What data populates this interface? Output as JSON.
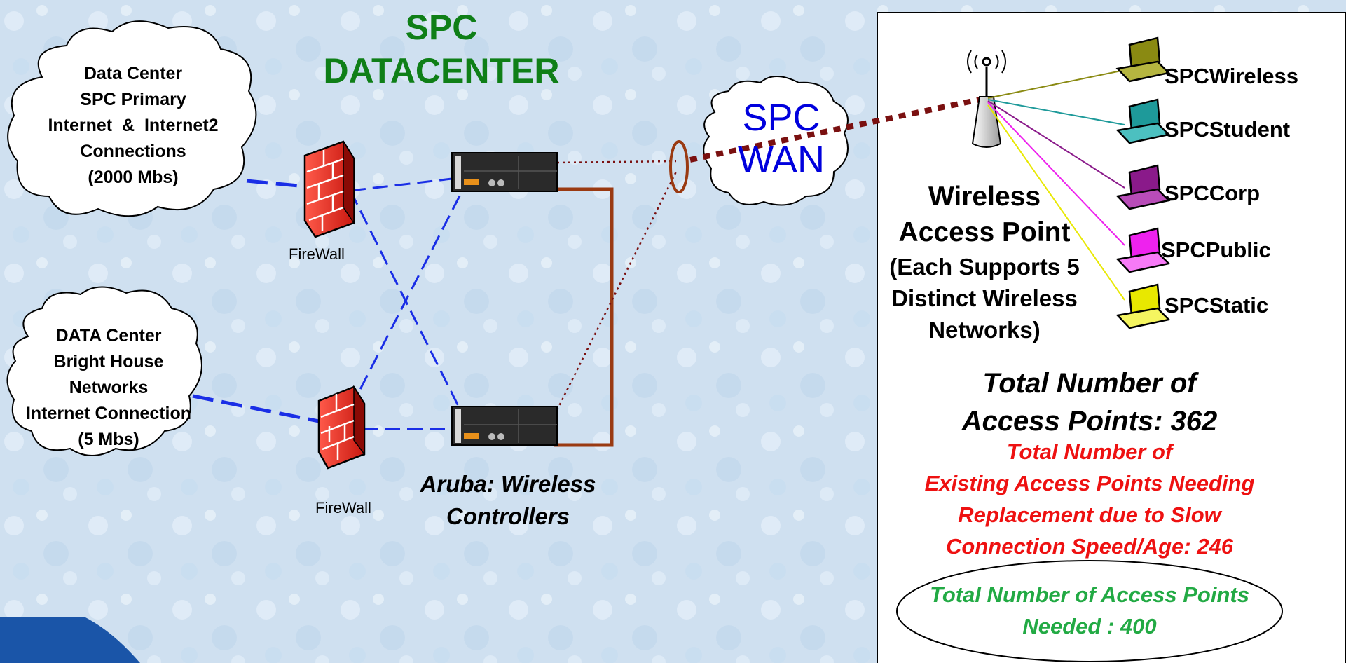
{
  "title": [
    "SPC",
    "DATACENTER"
  ],
  "clouds": {
    "primary": [
      "Data Center",
      "SPC Primary",
      "Internet  &  Internet2",
      "Connections",
      "(2000 Mbs)"
    ],
    "brighthouse": [
      "DATA Center",
      "Bright House",
      "Networks",
      "Internet Connection",
      "(5 Mbs)"
    ],
    "wan": [
      "SPC",
      "WAN"
    ]
  },
  "firewall_label": "FireWall",
  "controllers_label": [
    "Aruba: Wireless",
    "Controllers"
  ],
  "access_point": {
    "title": [
      "Wireless",
      "Access Point"
    ],
    "subtitle": [
      "(Each Supports 5",
      "Distinct Wireless",
      "Networks)"
    ]
  },
  "networks": [
    {
      "name": "SPCWireless",
      "color": "#8a8a12"
    },
    {
      "name": "SPCStudent",
      "color": "#1e9a9a"
    },
    {
      "name": "SPCCorp",
      "color": "#8a1a8a"
    },
    {
      "name": "SPCPublic",
      "color": "#ee22ee"
    },
    {
      "name": "SPCStatic",
      "color": "#e8e800"
    }
  ],
  "totals": {
    "total_ap": [
      "Total Number of",
      "Access Points: 362"
    ],
    "existing": [
      "Total Number of",
      "Existing Access Points Needing",
      "Replacement due to Slow",
      "Connection Speed/Age: 246"
    ],
    "needed": [
      "Total Number of Access Points",
      "Needed : 400"
    ]
  },
  "colors": {
    "title": "#0f7f17",
    "wan_text": "#0000dd",
    "link_blue": "#1a2ee6",
    "trunk_brown": "#9a3a12",
    "wan_link": "#7a1010",
    "existing": "#ee1111",
    "needed": "#22aa44"
  }
}
